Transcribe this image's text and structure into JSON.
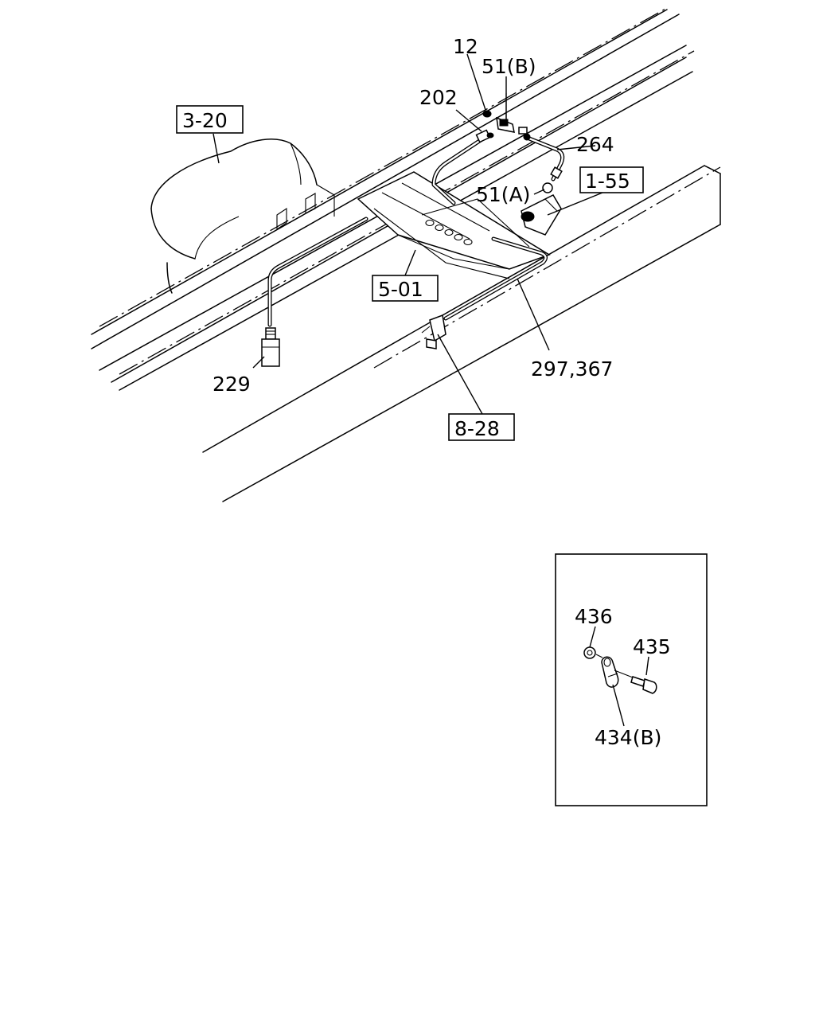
{
  "labels": {
    "p12": "12",
    "p51b": "51(B)",
    "p202": "202",
    "p264": "264",
    "p51a": "51(A)",
    "p229": "229",
    "p297": "297,367",
    "p436": "436",
    "p435": "435",
    "p434b": "434(B)"
  },
  "refs": {
    "r320": "3-20",
    "r155": "1-55",
    "r501": "5-01",
    "r828": "8-28"
  }
}
